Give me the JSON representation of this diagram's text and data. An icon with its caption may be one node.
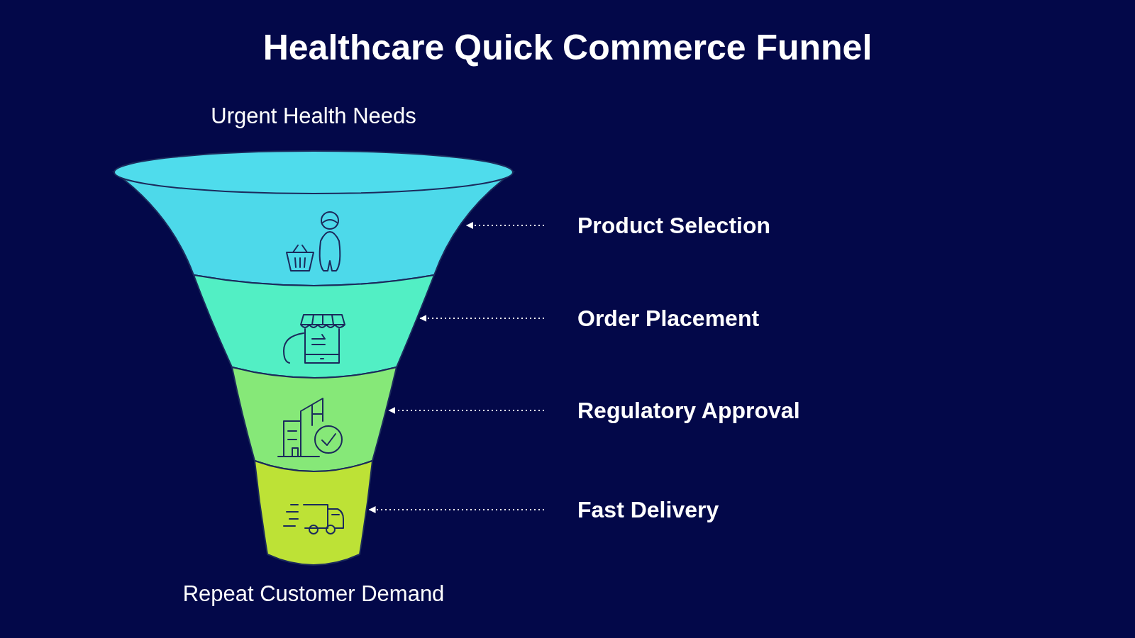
{
  "diagram": {
    "title": "Healthcare Quick Commerce Funnel",
    "nodes": [
      {
        "text": [],
        "shape": "band"
      },
      {
        "text": [],
        "shape": "band"
      },
      {
        "text": [],
        "shape": "band"
      },
      {
        "text": [],
        "shape": "band"
      },
      {
        "text": [
          "Product Selection"
        ]
      },
      {
        "text": [
          "Order Placement"
        ]
      },
      {
        "text": [
          "Regulatory Approval"
        ]
      },
      {
        "text": [
          "Fast Delivery"
        ]
      }
    ],
    "edges": [
      {
        "from": 4,
        "to": 0,
        "arrow": "to",
        "style": "dashed"
      },
      {
        "from": 5,
        "to": 1,
        "arrow": "to",
        "style": "dashed"
      },
      {
        "from": 6,
        "to": 2,
        "arrow": "to",
        "style": "dashed"
      },
      {
        "from": 7,
        "to": 3,
        "arrow": "to",
        "style": "dashed"
      }
    ],
    "labels": [
      "Urgent Health Needs",
      "Repeat Customer Demand"
    ]
  }
}
